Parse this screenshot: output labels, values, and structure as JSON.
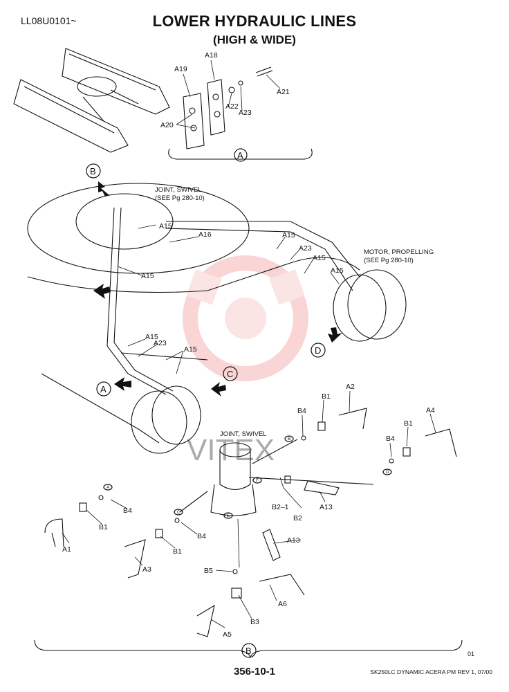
{
  "header": {
    "code": "LL08U0101~",
    "title": "LOWER HYDRAULIC LINES",
    "subtitle": "(HIGH & WIDE)"
  },
  "footer": {
    "page_number": "356-10-1",
    "revision": "SK250LC DYNAMIC ACERA PM REV 1, 07/00",
    "index": "01"
  },
  "watermark": "VITEX",
  "callouts": {
    "A": "A",
    "B": "B",
    "C": "C",
    "D": "D",
    "a_small": "A",
    "b_small": "B",
    "c_small": "C",
    "d_small": "D",
    "e_small": "E",
    "f_small": "F"
  },
  "notes": {
    "joint_swivel_upper_1": "JOINT, SWIVEL",
    "joint_swivel_upper_2": "(SEE Pg  280-10)",
    "motor_1": "MOTOR, PROPELLING",
    "motor_2": "(SEE Pg  280-10)",
    "joint_swivel_lower": "JOINT, SWIVEL"
  },
  "part_labels": {
    "A1": "A1",
    "A2": "A2",
    "A3": "A3",
    "A4": "A4",
    "A5": "A5",
    "A6": "A6",
    "A13": "A13",
    "A15": "A15",
    "A16": "A16",
    "A18": "A18",
    "A19": "A19",
    "A20": "A20",
    "A21": "A21",
    "A22": "A22",
    "A23": "A23",
    "B1": "B1",
    "B2": "B2",
    "B2_1": "B2–1",
    "B3": "B3",
    "B4": "B4",
    "B5": "B5"
  }
}
